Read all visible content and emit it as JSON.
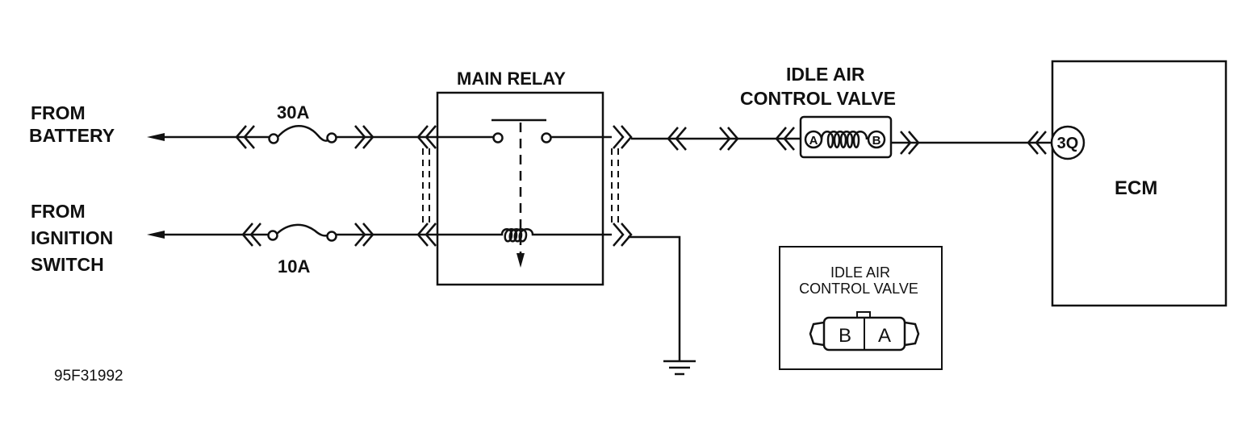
{
  "sources": {
    "battery_line1": "FROM",
    "battery_line2": "BATTERY",
    "ignition_line1": "FROM",
    "ignition_line2": "IGNITION",
    "ignition_line3": "SWITCH"
  },
  "fuses": {
    "battery": "30A",
    "ignition": "10A"
  },
  "main_relay": {
    "label": "MAIN RELAY"
  },
  "iacv": {
    "label_line1": "IDLE AIR",
    "label_line2": "CONTROL VALVE",
    "terminal_a": "A",
    "terminal_b": "B"
  },
  "ecm": {
    "label": "ECM",
    "pin": "3Q"
  },
  "connector_view": {
    "title_line1": "IDLE AIR",
    "title_line2": "CONTROL VALVE",
    "pin_left": "B",
    "pin_right": "A"
  },
  "figure_id": "95F31992"
}
